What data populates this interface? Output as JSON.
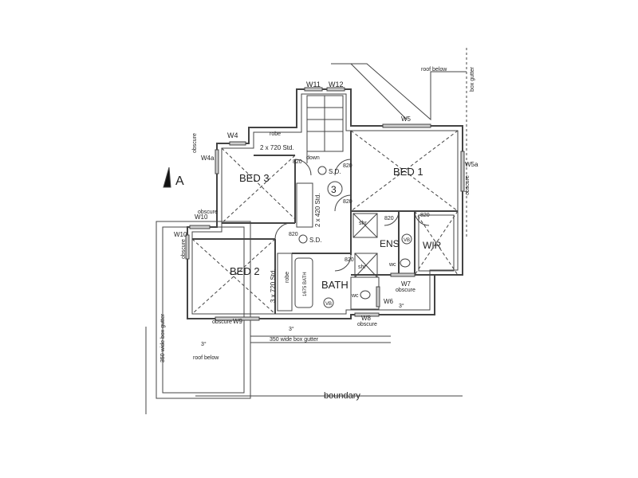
{
  "rooms": {
    "bed1": "BED 1",
    "bed2": "BED 2",
    "bed3": "BED 3",
    "ens": "ENS",
    "wir": "WIR",
    "bath": "BATH"
  },
  "windows": {
    "w11": "W11",
    "w12": "W12",
    "w5": "W5",
    "w4": "W4",
    "w4a": "W4a",
    "w5a": "W5a",
    "w10a": "W10",
    "w10b": "W10",
    "w7": "W7",
    "w6": "W6",
    "w8": "W8",
    "w9": "W9"
  },
  "labels": {
    "section_a": "A",
    "stair_num": "3",
    "roof_below_top": "roof below",
    "box_gutter_right": "box gutter",
    "robe_top": "robe",
    "std_720_2": "2 x 720 Std.",
    "std_420": "2 x 420 Std.",
    "std_720_3": "3 x 720 Std.",
    "robe_bed2": "robe",
    "down": "down",
    "sd1": "S.D.",
    "sd2": "S.D.",
    "d820_a": "820",
    "d820_b": "820",
    "d820_c": "820",
    "d820_d": "820",
    "d820_e": "820",
    "d820_f": "820",
    "d820_g": "820",
    "obscure_1": "obscure",
    "obscure_2": "obscure",
    "obscure_3": "obscure",
    "obscure_4": "obscure",
    "obscure_5": "obscure",
    "obscure_6": "obscure",
    "obscure_7": "obscure",
    "shr": "shr",
    "shr2": "shr",
    "vb1": "VB",
    "vb2": "VB",
    "wc1": "wc",
    "wc2": "wc",
    "bath_tub": "1675 BATH",
    "deg3_a": "3°",
    "deg3_b": "3°",
    "deg3_c": "3°",
    "box_gutter_350_left": "350 wide box gutter",
    "box_gutter_350_bottom": "350 wide box gutter",
    "roof_below_left": "roof below",
    "boundary": "boundary"
  }
}
